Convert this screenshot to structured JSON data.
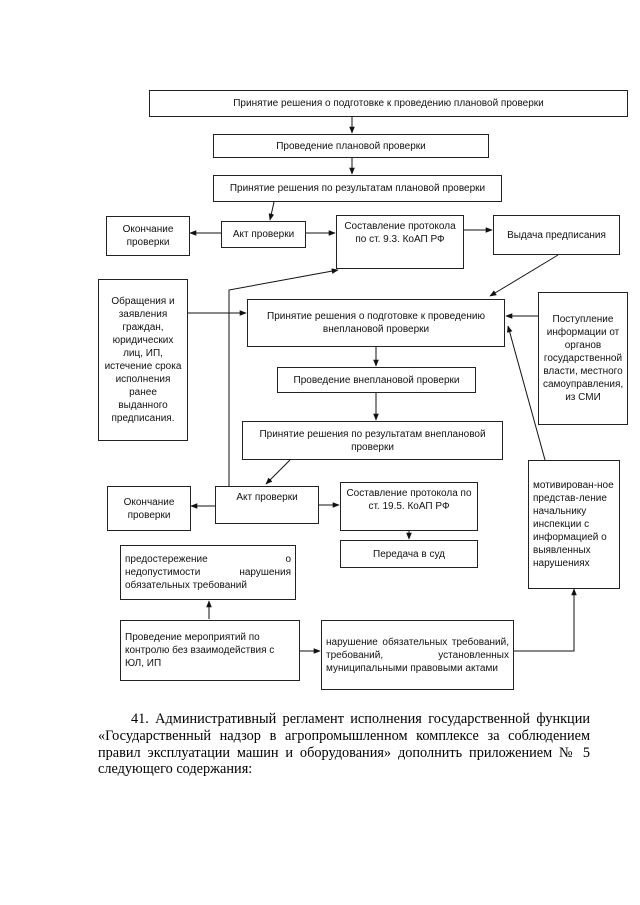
{
  "flowchart": {
    "nodes": {
      "plan_decision": "Принятие решения о подготовке к проведению плановой проверки",
      "plan_inspection": "Проведение плановой проверки",
      "plan_results": "Принятие решения по результатам плановой проверки",
      "end_check_1": "Окончание проверки",
      "act_1": "Акт проверки",
      "protocol_1": "Составление протокола по ст. 9.3. КоАП РФ",
      "order_issue": "Выдача предписания",
      "appeals": "Обращения и заявления граждан, юридических лиц, ИП, истечение срока исполнения ранее выданного предписания.",
      "unplan_decision": "Принятие решения о подготовке к проведению внеплановой проверки",
      "info_receipt": "Поступление информации от органов государственной власти, местного самоуправления, из СМИ",
      "unplan_inspection": "Проведение внеплановой проверки",
      "unplan_results": "Принятие решения по результатам внеплановой проверки",
      "motivated": "мотивирован-ное представ-ление начальнику инспекции с информацией о выявленных нарушениях",
      "end_check_2": "Окончание проверки",
      "act_2": "Акт проверки",
      "protocol_2": "Составление протокола по ст. 19.5. КоАП РФ",
      "warning": "предостережение о недопустимости нарушения обязательных требований",
      "court": "Передача в суд",
      "no_contact": "Проведение мероприятий по контролю без взаимодействия с ЮЛ, ИП",
      "violation": "нарушение обязательных требований, требований, установленных муниципальными правовыми актами"
    }
  },
  "paragraph": "41. Административный регламент исполнения государственной функции «Государственный надзор в агропромышленном комплексе за соблюдением правил эксплуатации машин и оборудования» дополнить приложением № 5 следующего содержания:"
}
